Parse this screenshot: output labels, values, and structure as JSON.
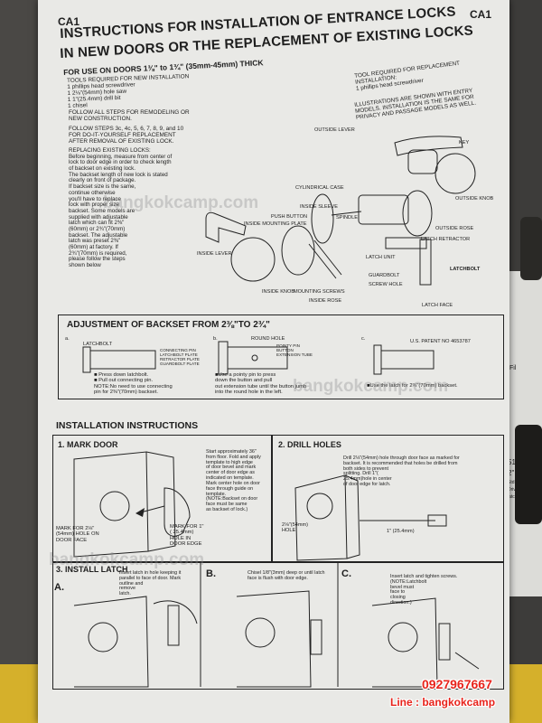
{
  "sheet": {
    "code_left": "CA1",
    "code_right": "CA1",
    "title_line1": "INSTRUCTIONS FOR INSTALLATION OF ENTRANCE LOCKS",
    "title_line2": "IN NEW DOORS OR THE REPLACEMENT OF EXISTING LOCKS",
    "subtitle": "FOR USE ON DOORS 1⅜\" to 1¾\" (35mm-45mm) THICK",
    "tools_left": "TOOLS REQUIRED FOR NEW INSTALLATION\n1 phillips head screwdriver\n1 2⅛\"(54mm) hole saw\n1 1\"(25.4mm) drill bit\n1 chisel",
    "steps_remodel": "FOLLOW ALL STEPS FOR REMODELING OR\nNEW CONSTRUCTION.",
    "steps_diy": "FOLLOW STEPS 3c, 4c, 5, 6, 7, 8, 9, and 10\nFOR DO-IT-YOURSELF REPLACEMENT\nAFTER REMOVAL OF EXISTING LOCK.",
    "replacing": "REPLACING EXISTING LOCKS:\nBefore beginning, measure from center of\nlock to door edge in order to check length\nof backset on existing lock.\nThe backset length of new lock is stated\nclearly on front of package.\nIf backset size is the same,\ncontinue otherwise\nyou'll have to replace\nlock with proper size\nbackset. Some models are\nsupplied with adjustable\nlatch which can fit 2⅜\"\n(60mm) or 2¾\"(70mm)\nbackset. The adjustable\nlatch was preset 2⅜\"\n(60mm) at factory. If\n2¾\"(70mm) is required,\nplease follow the steps\nshown below",
    "tools_right": "TOOL REQUIRED FOR REPLACEMENT\nINSTALLATION:\n1 phillips head screwdriver",
    "illustrations_note": "ILLUSTRATIONS ARE SHOWN WITH ENTRY\nMODELS. INSTALLATION IS THE SAME FOR\nPRIVACY AND PASSAGE MODELS AS WELL."
  },
  "parts": {
    "outside_lever": "OUTSIDE LEVER",
    "key": "KEY",
    "cylindrical_case": "CYLINDRICAL CASE",
    "inside_sleeve": "INSIDE SLEEVE",
    "push_button": "PUSH BUTTON",
    "spindle": "SPINDLE",
    "inside_mounting_plate": "INSIDE MOUNTING PLATE",
    "outside_knob": "OUTSIDE KNOB",
    "outside_rose": "OUTSIDE ROSE",
    "latch_retractor": "LATCH RETRACTOR",
    "latch_unit": "LATCH UNIT",
    "latchbolt": "LATCHBOLT",
    "guardbolt": "GUARDBOLT",
    "screw_hole": "SCREW HOLE",
    "latch_face": "LATCH FACE",
    "inside_lever": "INSIDE LEVER",
    "mounting_screws": "MOUNTING SCREWS",
    "inside_rose": "INSIDE ROSE",
    "inside_knob": "INSIDE KNOB"
  },
  "backset": {
    "header": "ADJUSTMENT OF BACKSET FROM 2⅜\"TO 2¾\"",
    "a": "a.",
    "b": "b.",
    "c": "c.",
    "latchbolt": "LATCHBOLT",
    "connecting": "CONNECTING PIN\nLATCHBOLT PLATE\nRETRACTOR PLATE\nGUARDBOLT PLATE",
    "round_hole": "ROUND HOLE",
    "pointy_pin": "POINTY PIN\nBUTTON\nEXTENSION TUBE",
    "patent": "U.S. PATENT NO 4653787",
    "a_text": "■ Press down latchbolt.\n■ Pull out connecting pin.\nNOTE:No need to use connecting\npin for 2⅜\"(70mm) backset.",
    "b_text": "■Use a pointy pin to press\ndown the button and pull\nout extension tube until the button jumb\ninto the round hole in the left.",
    "c_text": "■Use the latch for 2¾\"(70mm) backset."
  },
  "install": {
    "header": "INSTALLATION  INSTRUCTIONS",
    "step1": "1. MARK DOOR",
    "step1_text": "Start approximately 36\"\nfrom floor. Fold and apply\ntemplate to high edge\nof door bevel and mark\ncenter of door edge as\nindicated on template.\nMark center hole on door\nface through guide on\ntemplate.\n(NOTE:Backset on door\nface must be same\nas backset of lock.)",
    "mark_face": "MARK FOR 2⅛\"\n(54mm) HOLE ON\nDOOR FACE",
    "mark_edge": "MARK FOR 1\"\n( 25.4mm)\nHOLE IN\nDOOR EDGE",
    "step2": "2. DRILL HOLES",
    "step2_text": "Drill 2⅛\"(54mm) hole through door face as marked for\nbackset. It is recommended that holes be drilled from\nboth sides to prevent\nsplitting. Drill 1\"(\n25.4mm)hole in center\nof door edge for latch.",
    "hole54": "2⅛\"(54mm)\nHOLE",
    "hole25": "1\" (25.4mm)",
    "step3": "3. INSTALL LATCH",
    "A": "A.",
    "A_text": "Insert latch in hole keeping it\nparallel to face of door. Mark\noutline and\nremove\nlatch.",
    "B": "B.",
    "B_text": "Chisel 1/8\"(3mm) deep or until latch\nface is flush with door edge.",
    "C": "C.",
    "C_text": "Insert latch and tighten screws.\n(NOTE:Latchbolt\nbevel must\nface to\nclosing\ndirection.)"
  },
  "watermark": "bangkokcamp.com",
  "contact": {
    "phone": "0927967667",
    "line": "Line : bangkokcamp"
  },
  "side_sheet": {
    "l1": "Fil",
    "l2": "51",
    "l3": "2\" 1",
    "l4": "Std latch, i",
    "l5": "Drive-in latc",
    "l6": "latch w/ cor",
    "l7": "B"
  }
}
